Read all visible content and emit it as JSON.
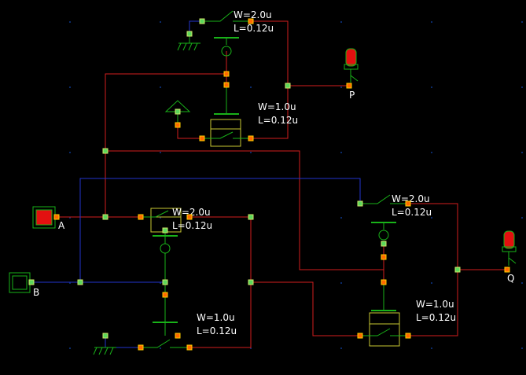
{
  "colors": {
    "background": "#000000",
    "signal_wire": "#d21e1e",
    "input_wire": "#2233cc",
    "device": "#19b219",
    "pmos_body": "#c8c832",
    "pin_orange": "#ff6a00",
    "label": "#ffffff",
    "grid_dot": "#0a2a6a"
  },
  "transistors": {
    "top_pmos": {
      "w": "W=2.0u",
      "l": "L=0.12u"
    },
    "top_nmos": {
      "w": "W=1.0u",
      "l": "L=0.12u"
    },
    "mid_pmos": {
      "w": "W=2.0u",
      "l": "L=0.12u"
    },
    "bottom_nmos": {
      "w": "W=1.0u",
      "l": "L=0.12u"
    },
    "right_pmos": {
      "w": "W=2.0u",
      "l": "L=0.12u"
    },
    "right_nmos": {
      "w": "W=1.0u",
      "l": "L=0.12u"
    }
  },
  "ports": {
    "a": {
      "label": "A",
      "icon": "input-button-icon"
    },
    "b": {
      "label": "B",
      "icon": "input-button-icon"
    },
    "p": {
      "label": "P",
      "icon": "output-led-icon"
    },
    "q": {
      "label": "Q",
      "icon": "output-led-icon"
    }
  }
}
